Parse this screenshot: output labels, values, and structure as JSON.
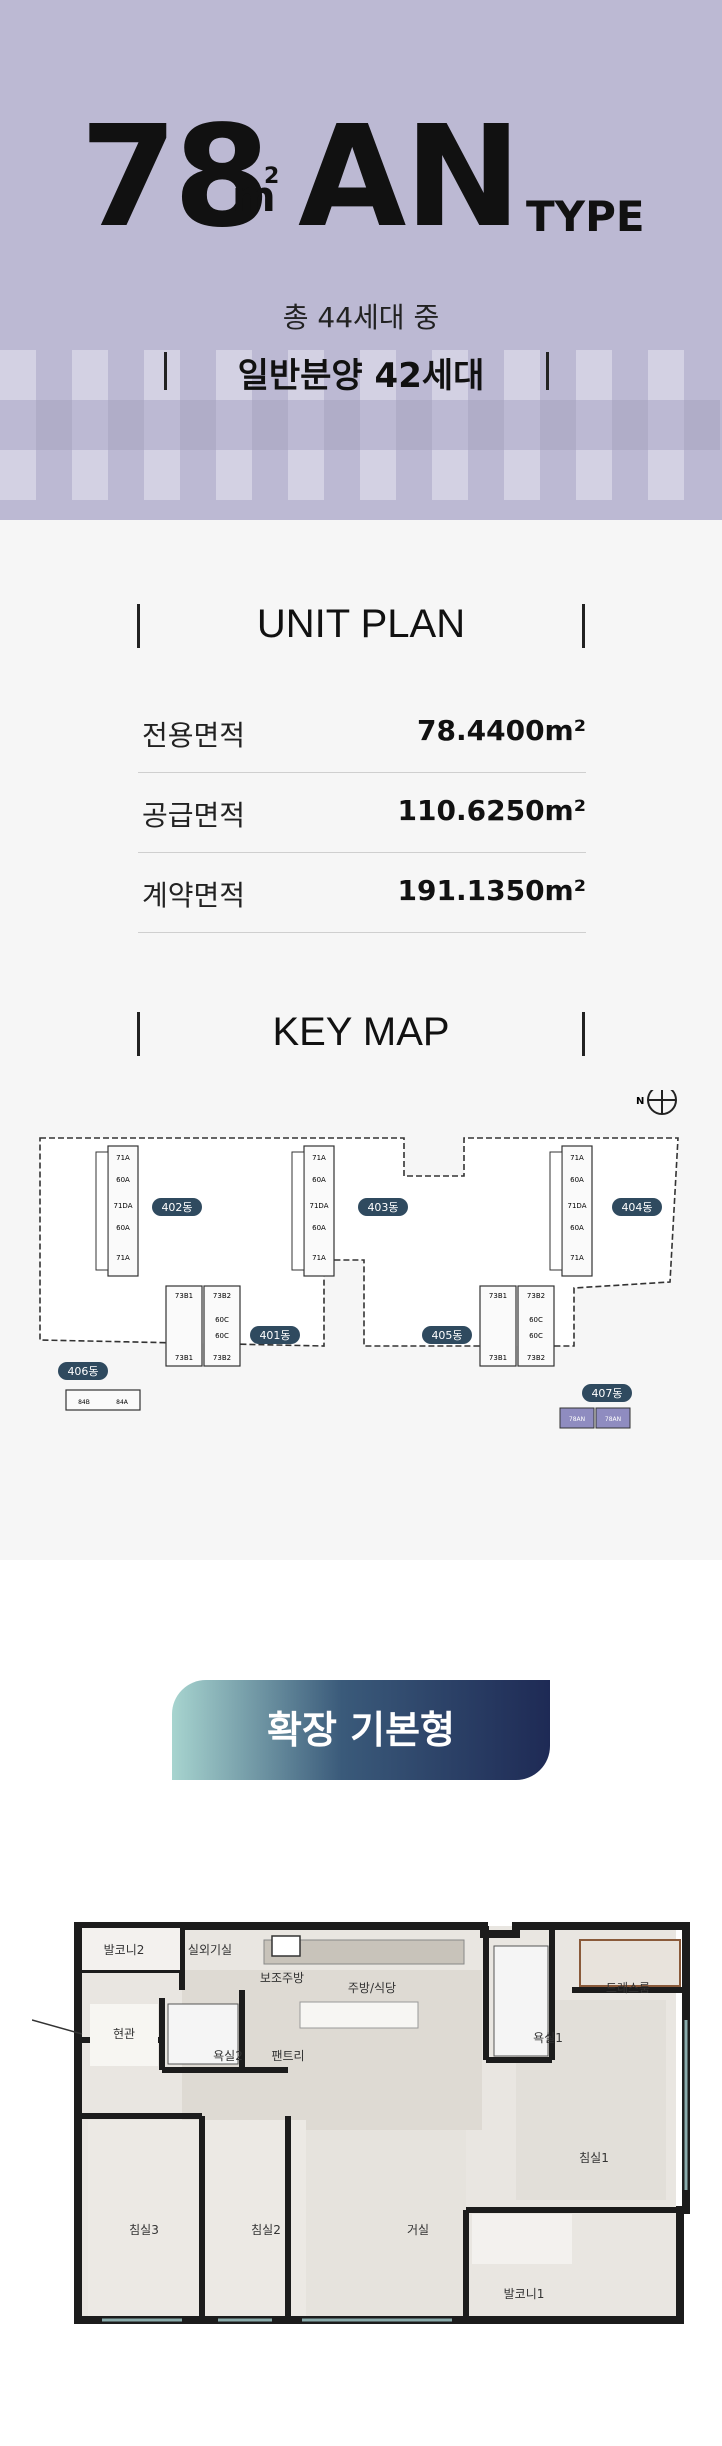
{
  "header": {
    "size_number": "78",
    "unit": "m",
    "unit_sup": "2",
    "type_letters": "AN",
    "type_word": "TYPE",
    "total_households": "총 44세대 중",
    "general_sale": "일반분양 42세대"
  },
  "unit_plan": {
    "title": "UNIT PLAN",
    "rows": [
      {
        "label": "전용면적",
        "value": "78.4400m²"
      },
      {
        "label": "공급면적",
        "value": "110.6250m²"
      },
      {
        "label": "계약면적",
        "value": "191.1350m²"
      }
    ]
  },
  "key_map": {
    "title": "KEY MAP",
    "buildings": [
      "402동",
      "403동",
      "404동",
      "401동",
      "405동",
      "406동",
      "407동"
    ],
    "unit_tags": [
      "71A",
      "60A",
      "71DA",
      "73B1",
      "73B2",
      "60C",
      "84B",
      "84A",
      "78AN"
    ]
  },
  "floor_plan": {
    "badge": "확장 기본형",
    "rooms": [
      "발코니2",
      "실외기실",
      "보조주방",
      "주방/식당",
      "드레스룸",
      "현관",
      "욕실2",
      "팬트리",
      "욕실1",
      "침실1",
      "침실3",
      "침실2",
      "거실",
      "발코니1"
    ]
  },
  "colors": {
    "hero_bg": "#bcb9d3",
    "info_bg": "#f6f6f6",
    "badge_gradient_start": "#a7d4cf",
    "badge_gradient_end": "#1e2a55",
    "building_tag": "#2f4a5f",
    "highlight_unit": "#8f8cc0"
  }
}
